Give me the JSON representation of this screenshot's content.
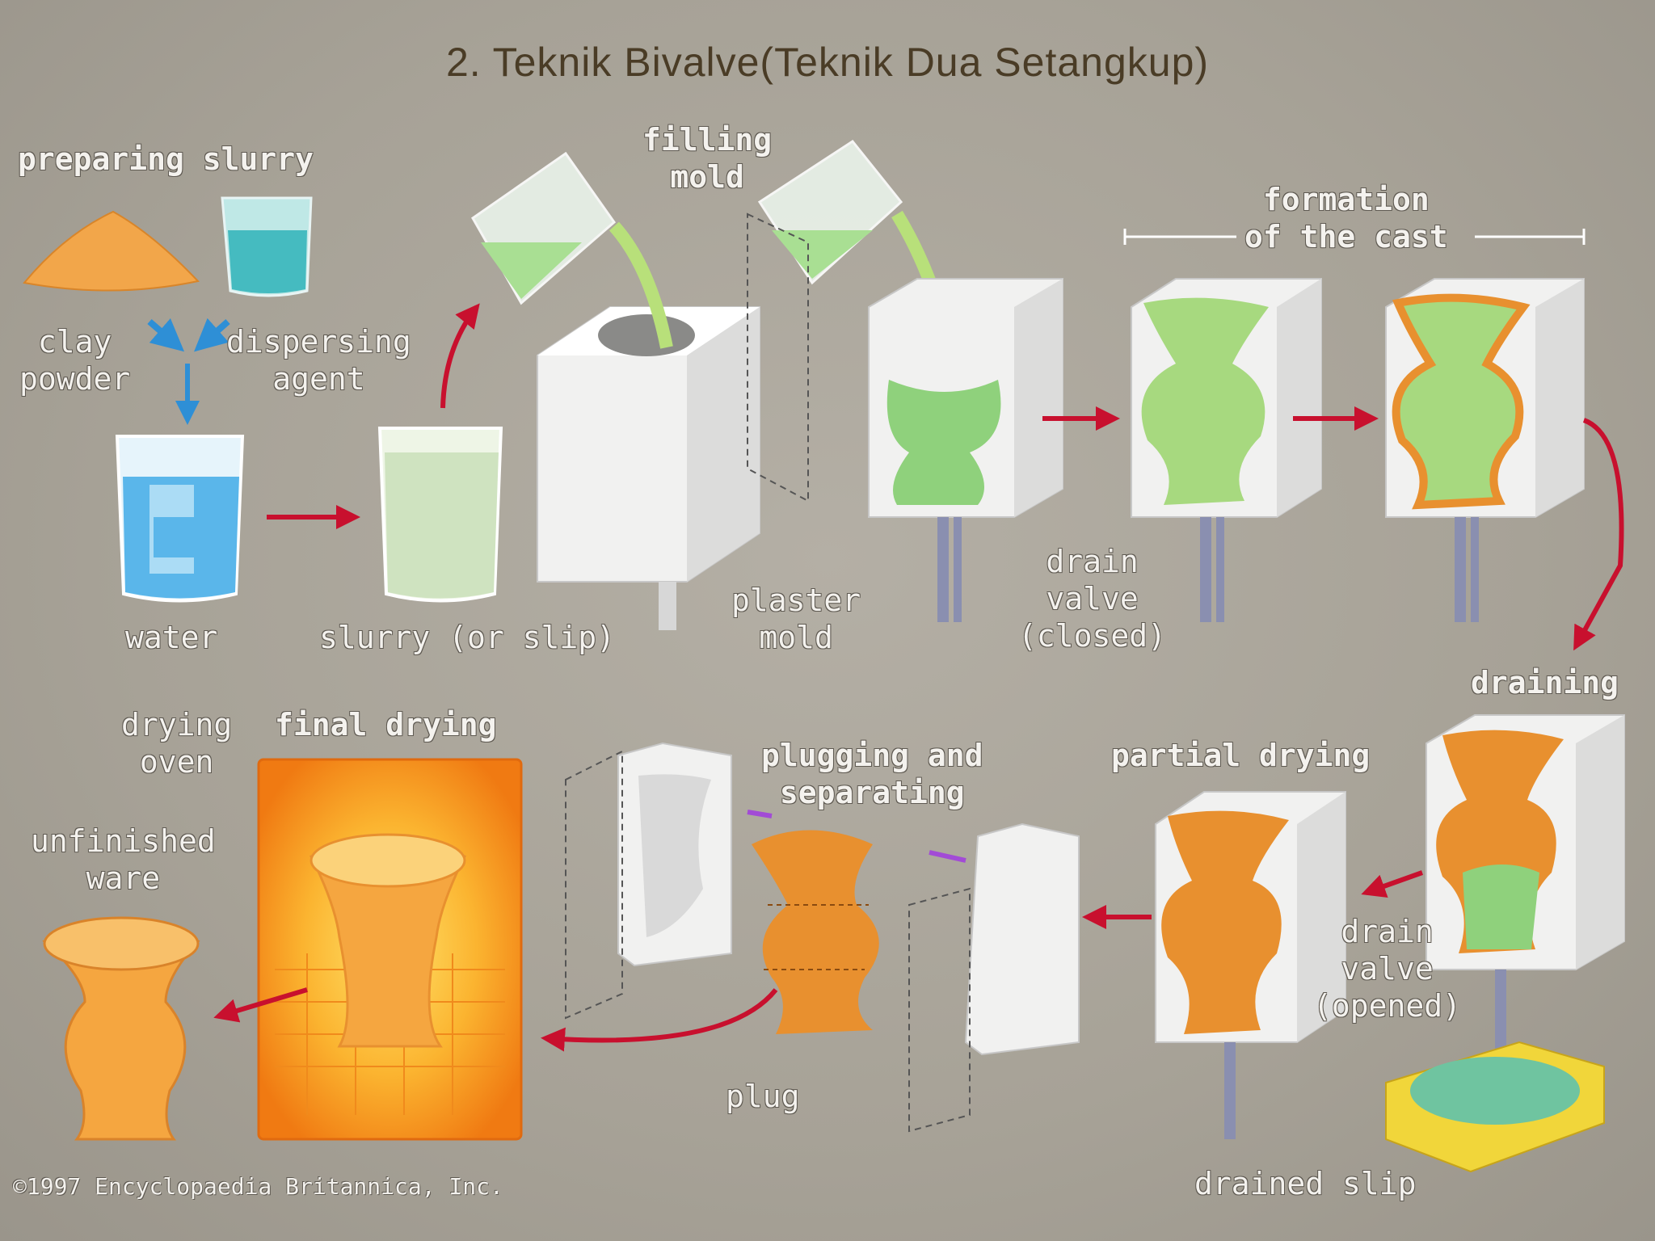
{
  "slide": {
    "title": "2. Teknik Bivalve(Teknik Dua Setangkup)",
    "copyright": "©1997 Encyclopaedia Britannica, Inc."
  },
  "labels": {
    "preparing_slurry": "preparing slurry",
    "clay_powder": "clay\npowder",
    "dispersing_agent": "dispersing\nagent",
    "water": "water",
    "slurry": "slurry (or slip)",
    "filling_mold": "filling\nmold",
    "plaster_mold": "plaster\nmold",
    "drain_valve_closed": "drain\nvalve\n(closed)",
    "formation_of_cast": "formation\nof the cast",
    "draining": "draining",
    "drain_valve_opened": "drain\nvalve\n(opened)",
    "drained_slip": "drained slip",
    "partial_drying": "partial drying",
    "plugging_and_separating": "plugging and\nseparating",
    "plug": "plug",
    "final_drying": "final drying",
    "drying_oven": "drying\noven",
    "unfinished_ware": "unfinished\nware"
  },
  "colors": {
    "title": "#4a3c26",
    "arrow": "#c8102e",
    "slip_green": "#9fd48a",
    "clay_orange": "#e8902f",
    "oven": "#f5901e"
  }
}
